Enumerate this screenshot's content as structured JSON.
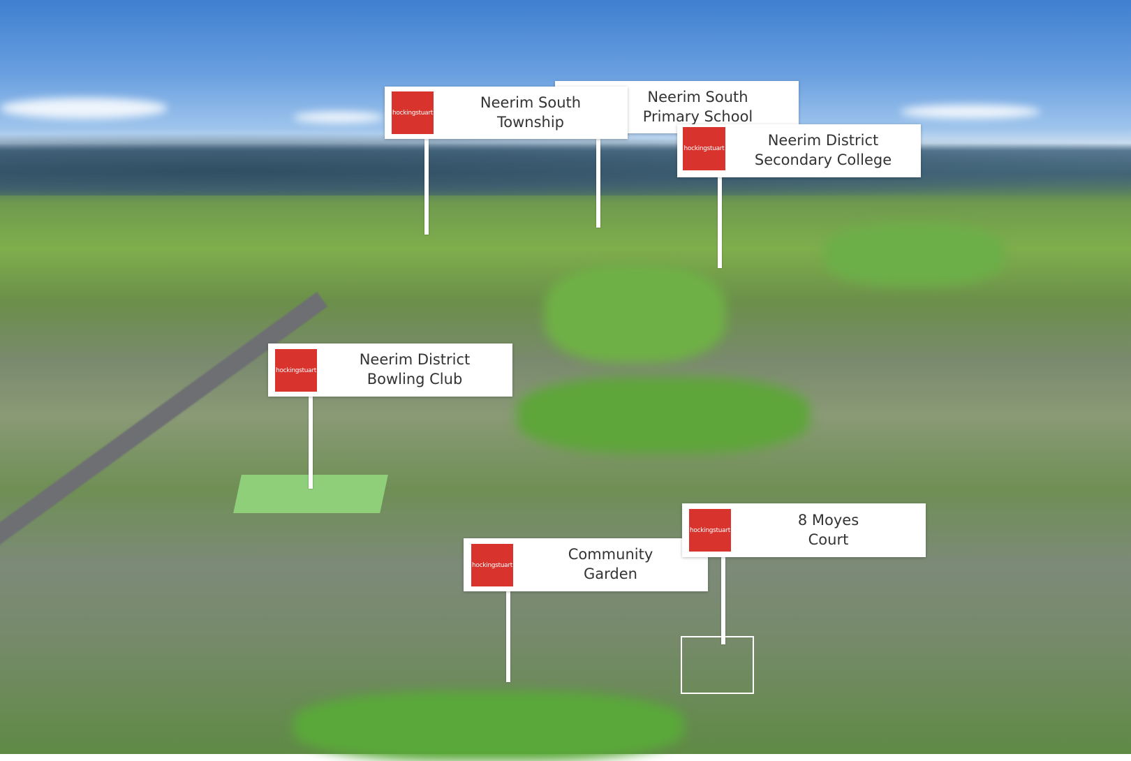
{
  "brand": {
    "logo_text": "hockingstuart",
    "logo_color": "#d9332e"
  },
  "labels": [
    {
      "id": "township",
      "text": "Neerim South\nTownship",
      "has_logo": true
    },
    {
      "id": "primary-school",
      "text": "Neerim South\nPrimary School",
      "has_logo": false
    },
    {
      "id": "secondary-college",
      "text": "Neerim District\nSecondary College",
      "has_logo": true
    },
    {
      "id": "bowling-club",
      "text": "Neerim District\nBowling Club",
      "has_logo": true
    },
    {
      "id": "property",
      "text": "8 Moyes\nCourt",
      "has_logo": true
    },
    {
      "id": "community-garden",
      "text": "Community\nGarden",
      "has_logo": true
    }
  ]
}
